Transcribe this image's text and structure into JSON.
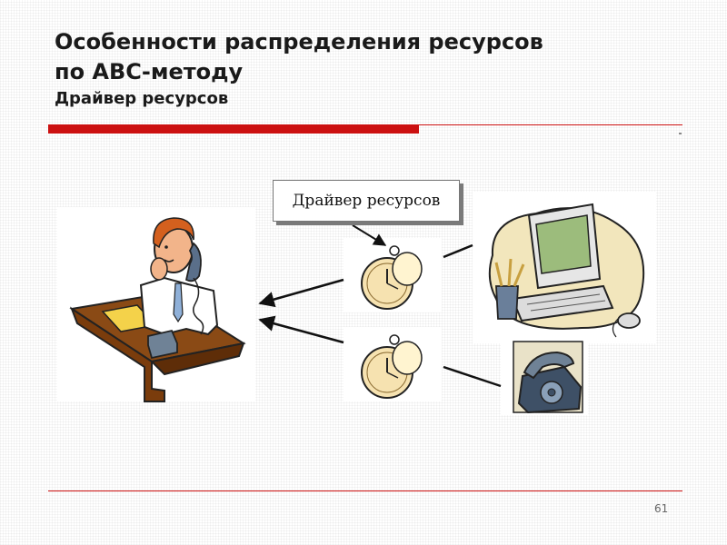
{
  "slide": {
    "title_line1": "Особенности распределения ресурсов",
    "title_line2": "по АВС-методу",
    "subtitle": "Драйвер ресурсов",
    "page_number": "61"
  },
  "diagram": {
    "driver_label": "Драйвер ресурсов",
    "figures": [
      "office-worker-on-phone",
      "pocket-watch",
      "pocket-watch",
      "desktop-computer",
      "telephone"
    ],
    "arrows": [
      "label-to-watch",
      "watch1-to-worker",
      "computer-to-watch1",
      "watch2-to-worker",
      "phone-to-watch2"
    ]
  },
  "colors": {
    "accent_red": "#cc1111",
    "title_text": "#1a1a1a"
  }
}
